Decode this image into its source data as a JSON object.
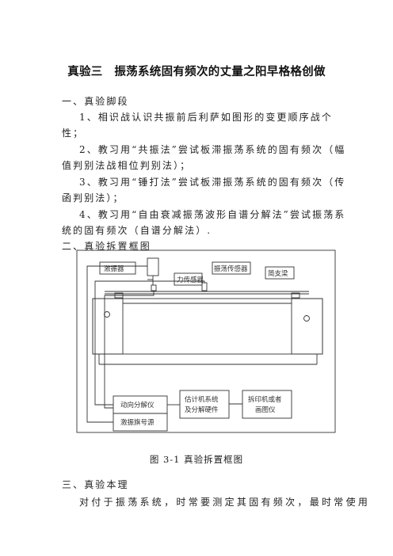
{
  "page": {
    "title": "真验三　振荡系统固有频次的丈量之阳早格格创做",
    "section1_heading": "一、真验脚段",
    "items": [
      {
        "line1": "1、相识战认识共振前后利萨如图形的变更顺序战个",
        "line2": "性；"
      },
      {
        "line1": "2、教习用“共振法”尝试板滞振荡系统的固有频次（幅",
        "line2": "值判别法战相位判别法）；"
      },
      {
        "line1": "3、教习用“锤打法”尝试板滞振荡系统的固有频次（传",
        "line2": "函判别法）；"
      },
      {
        "line1": "4、教习用“自由衰减振荡波形自谱分解法”尝试振荡系",
        "line2": "统的固有频次（自谱分解法）."
      }
    ],
    "section2_heading": "二、真验拆置框图",
    "section3_heading": "三、真验本理",
    "body_text": "对付于振荡系统，时常要测定其固有频次，最时常使用"
  },
  "diagram": {
    "labels": {
      "exciter": "激振器",
      "force_sensor": "力传感器",
      "vibration_sensor": "振荡传感器",
      "beam": "简支梁",
      "analyzer": "动向分解仪",
      "signal_source": "激振旗号源",
      "computer_line1": "估计机系统",
      "computer_line2": "及分解硬件",
      "printer_line1": "拆印机或者",
      "printer_line2": "画图仪"
    },
    "caption": "图 3-1 真验拆置框图"
  }
}
